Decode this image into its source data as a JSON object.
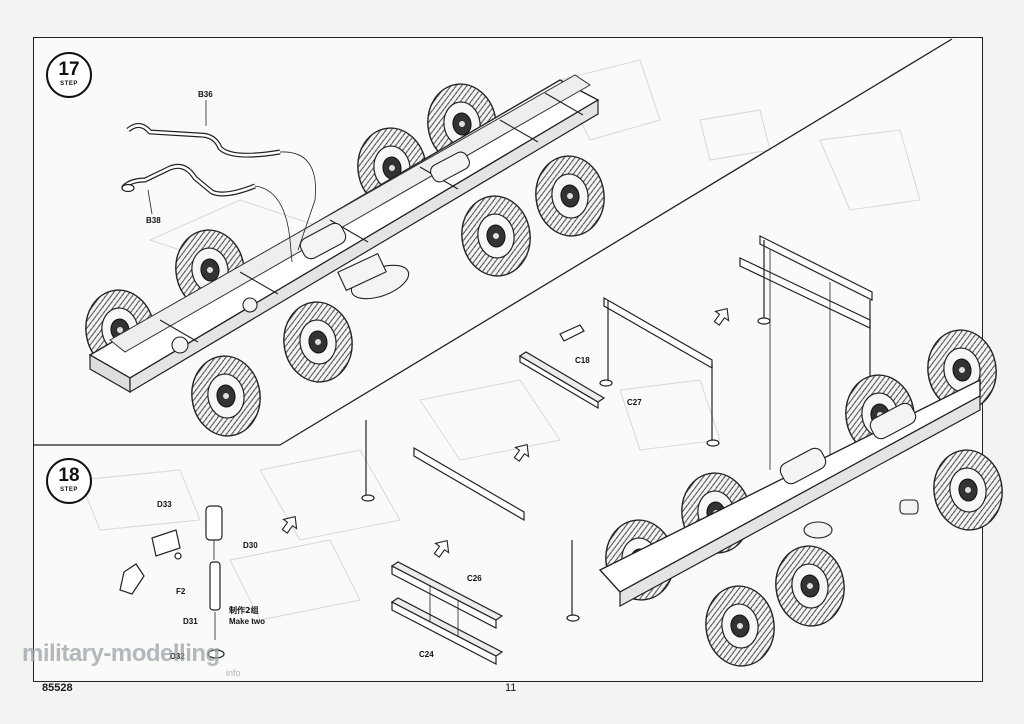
{
  "kit_number": "85528",
  "page_number": "11",
  "watermark": {
    "text": "military-modelling",
    "sub": "info"
  },
  "steps": [
    {
      "number": "17",
      "word": "STEP"
    },
    {
      "number": "18",
      "word": "STEP"
    }
  ],
  "part_labels": {
    "b36": "B36",
    "b38": "B38",
    "c18": "C18",
    "c27": "C27",
    "c26": "C26",
    "c24": "C24",
    "d33": "D33",
    "d30": "D30",
    "f2": "F2",
    "d31": "D31",
    "d32": "D32"
  },
  "make_two": {
    "cn": "制作2组",
    "en": "Make two"
  }
}
